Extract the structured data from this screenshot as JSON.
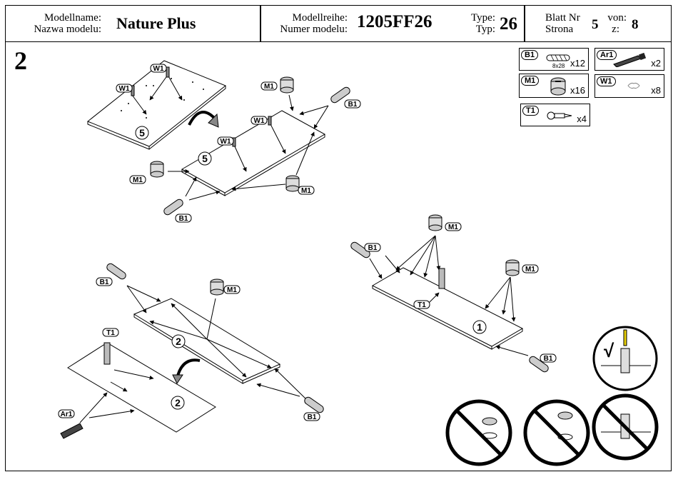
{
  "header": {
    "model_name_label_de": "Modellname:",
    "model_name_label_pl": "Nazwa modelu:",
    "model_name": "Nature Plus",
    "series_label_de": "Modellreihe:",
    "series_label_pl": "Numer modelu:",
    "series_number": "1205FF26",
    "type_label_de": "Type:",
    "type_label_pl": "Typ:",
    "type_value": "26",
    "sheet_label_de": "Blatt Nr",
    "sheet_label_pl": "Strona",
    "sheet_value": "5",
    "of_label_de": "von:",
    "of_label_pl": "z:",
    "of_value": "8"
  },
  "step_number": "2",
  "parts": [
    {
      "code": "B1",
      "qty": "x12",
      "size": "8x28",
      "icon": "dowel-icon"
    },
    {
      "code": "Ar1",
      "qty": "x2",
      "icon": "glue-stick-icon"
    },
    {
      "code": "M1",
      "qty": "x16",
      "icon": "cam-lock-icon"
    },
    {
      "code": "W1",
      "qty": "x8",
      "icon": "shelf-pin-icon"
    },
    {
      "code": "T1",
      "qty": "x4",
      "icon": "cam-bolt-icon"
    }
  ],
  "callouts": {
    "w1": "W1",
    "m1": "M1",
    "b1": "B1",
    "t1": "T1",
    "ar1": "Ar1",
    "panel_5": "5",
    "panel_2": "2",
    "panel_1": "1"
  },
  "checkmark": "√"
}
